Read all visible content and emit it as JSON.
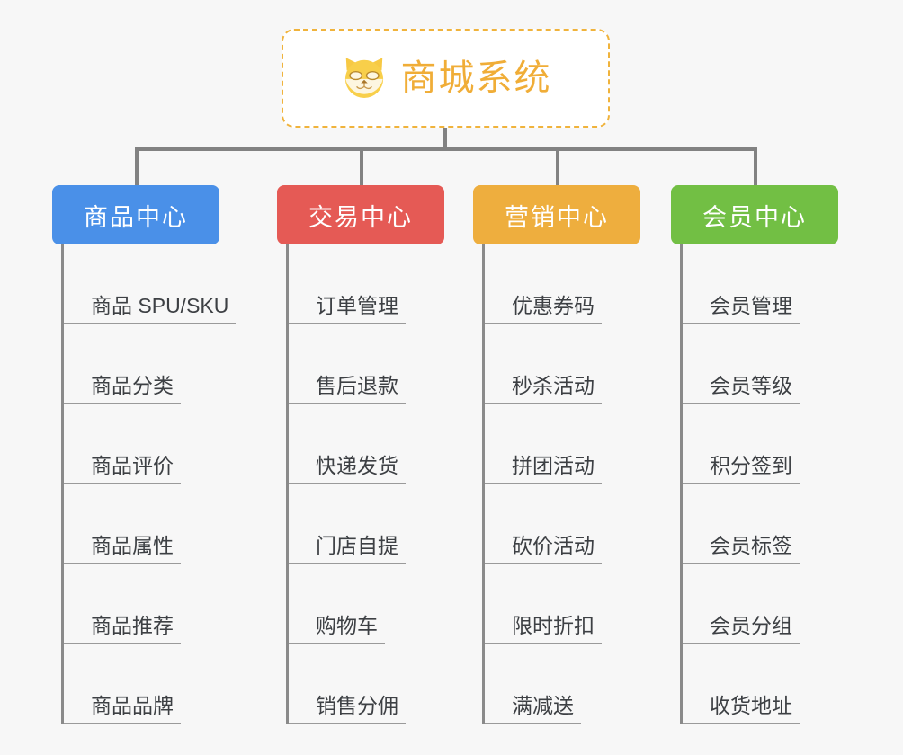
{
  "root": {
    "title": "商城系统",
    "icon": "shiba-dog-icon",
    "border_color": "#f0b33c",
    "title_color": "#f0ad37",
    "background": "#ffffff"
  },
  "canvas": {
    "background": "#f7f7f7",
    "connector_color": "#828282"
  },
  "branches": [
    {
      "label": "商品中心",
      "color": "#4a90e8",
      "items": [
        "商品 SPU/SKU",
        "商品分类",
        "商品评价",
        "商品属性",
        "商品推荐",
        "商品品牌"
      ]
    },
    {
      "label": "交易中心",
      "color": "#e55a55",
      "items": [
        "订单管理",
        "售后退款",
        "快递发货",
        "门店自提",
        "购物车",
        "销售分佣"
      ]
    },
    {
      "label": "营销中心",
      "color": "#eeae3e",
      "items": [
        "优惠券码",
        "秒杀活动",
        "拼团活动",
        "砍价活动",
        "限时折扣",
        "满减送"
      ]
    },
    {
      "label": "会员中心",
      "color": "#72bf44",
      "items": [
        "会员管理",
        "会员等级",
        "积分签到",
        "会员标签",
        "会员分组",
        "收货地址"
      ]
    }
  ]
}
